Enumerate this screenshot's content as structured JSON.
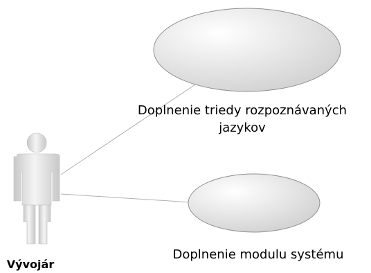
{
  "actor": {
    "name": "Vývojár"
  },
  "use_cases": [
    {
      "label_lines": [
        "Doplnenie triedy rozpoznávaných",
        "jazykov"
      ]
    },
    {
      "label_lines": [
        "Doplnenie modulu systému"
      ]
    }
  ],
  "colors": {
    "ellipse_fill_light": "#ffffff",
    "ellipse_fill_dark": "#cfcfcf",
    "ellipse_stroke": "#8f8f8f",
    "actor_fill_light": "#f4f4f4",
    "actor_fill_dark": "#c8c8c8",
    "connector": "#b0b0b0"
  }
}
